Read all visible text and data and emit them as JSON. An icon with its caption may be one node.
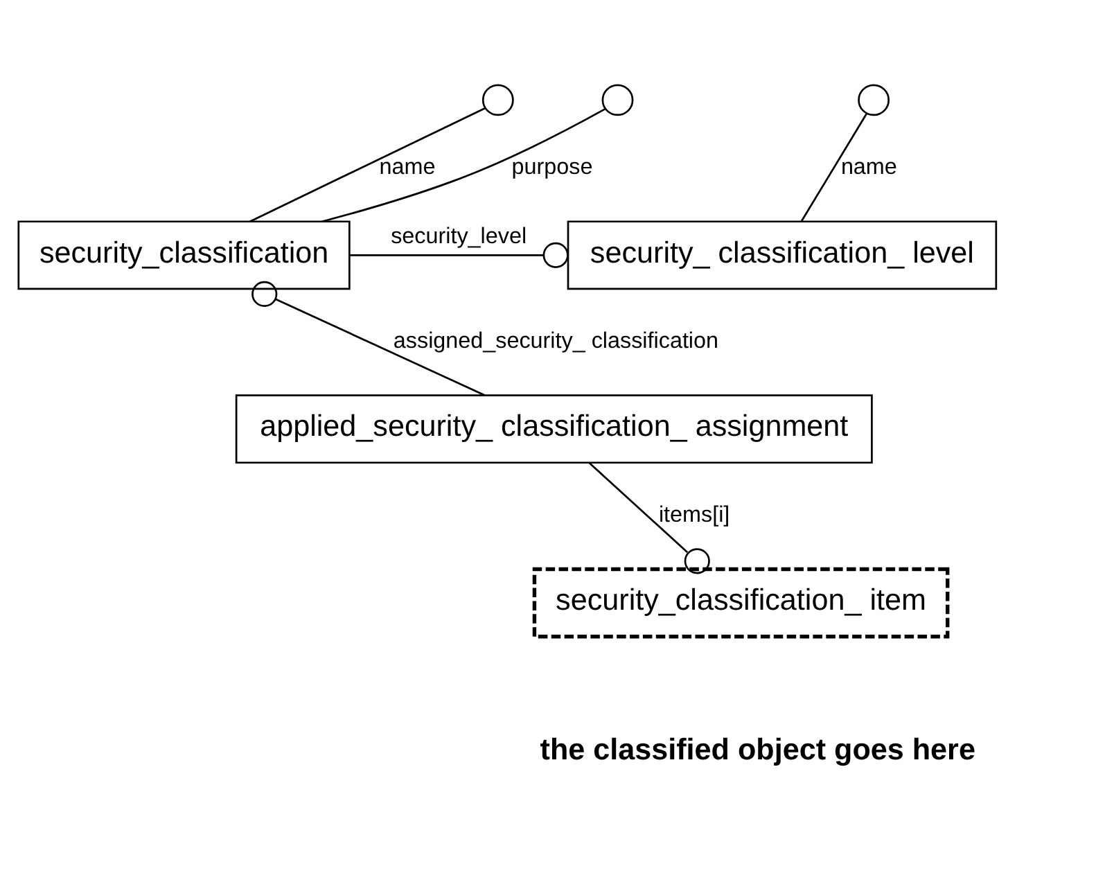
{
  "diagram": {
    "nodes": [
      {
        "text": [
          "security_classification"
        ]
      },
      {
        "text": [
          "security_ classification_ level"
        ]
      },
      {
        "text": [
          "applied_security_ classification_ assignment"
        ]
      },
      {
        "text": [
          "security_classification_ item"
        ]
      },
      {
        "text": [],
        "shape": "circle"
      },
      {
        "text": [],
        "shape": "circle"
      },
      {
        "text": [],
        "shape": "circle"
      }
    ],
    "edges": [
      {
        "from": 0,
        "to": 4,
        "arrow": "none",
        "label": "name"
      },
      {
        "from": 0,
        "to": 5,
        "arrow": "none",
        "label": "purpose"
      },
      {
        "from": 1,
        "to": 6,
        "arrow": "none",
        "label": "name"
      },
      {
        "from": 0,
        "to": 1,
        "arrow": "other",
        "label": "security_level"
      },
      {
        "from": 2,
        "to": 0,
        "arrow": "other",
        "label": "assigned_security_ classification"
      },
      {
        "from": 2,
        "to": 3,
        "arrow": "other",
        "label": "items[i]"
      }
    ],
    "labels": [
      "the classified object goes here"
    ]
  }
}
